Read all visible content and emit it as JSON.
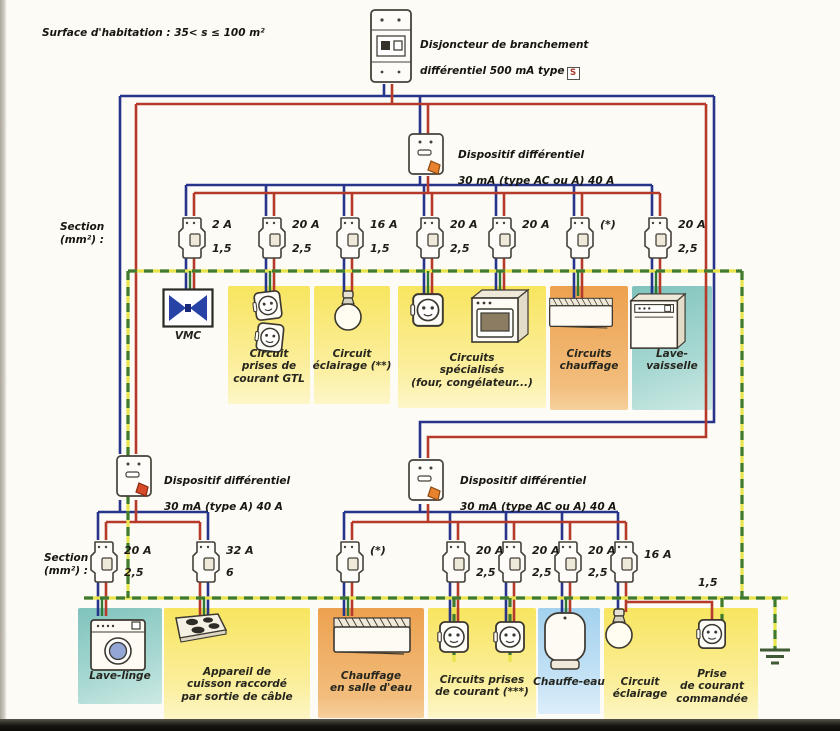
{
  "header": {
    "surface_note": "Surface d'habitation : 35< s ≤ 100 m²"
  },
  "main_breaker": {
    "label_line1": "Disjoncteur de branchement",
    "label_line2": "différentiel 500 mA type",
    "type_badge": "S"
  },
  "differential_1": {
    "line1": "Dispositif différentiel",
    "line2": "30 mA (type AC ou A) 40 A"
  },
  "differential_2": {
    "line1": "Dispositif différentiel",
    "line2": "30 mA (type A) 40 A"
  },
  "differential_3": {
    "line1": "Dispositif différentiel",
    "line2": "30 mA (type AC ou A) 40 A"
  },
  "section_label_top": "Section\n(mm²) :",
  "section_label_bottom": "Section\n(mm²) :",
  "top_row": {
    "breakers": [
      {
        "rating": "2 A",
        "section": "1,5"
      },
      {
        "rating": "20 A",
        "section": "2,5"
      },
      {
        "rating": "16 A",
        "section": "1,5"
      },
      {
        "rating": "20 A",
        "section": "2,5"
      },
      {
        "rating": "20 A",
        "section": ""
      },
      {
        "rating": "(*)",
        "section": ""
      },
      {
        "rating": "20 A",
        "section": "2,5"
      }
    ],
    "appliances": [
      {
        "label": "VMC"
      },
      {
        "label": "Circuit\nprises de\ncourant GTL"
      },
      {
        "label": "Circuit\néclairage (**)"
      },
      {
        "label": "Circuits\nspécialisés\n(four, congélateur...)"
      },
      {
        "label": "Circuits\nchauffage"
      },
      {
        "label": "Lave-\nvaisselle"
      }
    ]
  },
  "bottom_left": {
    "breakers": [
      {
        "rating": "20 A",
        "section": "2,5"
      },
      {
        "rating": "32 A",
        "section": "6"
      }
    ],
    "appliances": [
      {
        "label": "Lave-linge"
      },
      {
        "label": "Appareil de\ncuisson raccordé\npar sortie de câble"
      }
    ]
  },
  "bottom_right": {
    "breakers": [
      {
        "rating": "(*)",
        "section": ""
      },
      {
        "rating": "20 A",
        "section": "2,5"
      },
      {
        "rating": "20 A",
        "section": "2,5"
      },
      {
        "rating": "20 A",
        "section": "2,5"
      },
      {
        "rating": "16 A",
        "section": ""
      }
    ],
    "branch_section": "1,5",
    "appliances": [
      {
        "label": "Chauffage\nen salle d'eau"
      },
      {
        "label": "Circuits prises\nde courant (***)"
      },
      {
        "label": "Chauffe-eau"
      },
      {
        "label": "Circuit\néclairage"
      },
      {
        "label": "Prise\nde courant\ncommandée"
      }
    ]
  },
  "colors": {
    "wire_phase_red": "#b63a2a",
    "wire_neutral_blue": "#26348b",
    "earth_yellow": "#e9e44c",
    "earth_green": "#3e7a30",
    "box_yellow": "#f8e55f",
    "box_orange": "#eda14f",
    "box_teal": "#7fc3bd",
    "box_lightblue": "#a3d1ee"
  }
}
